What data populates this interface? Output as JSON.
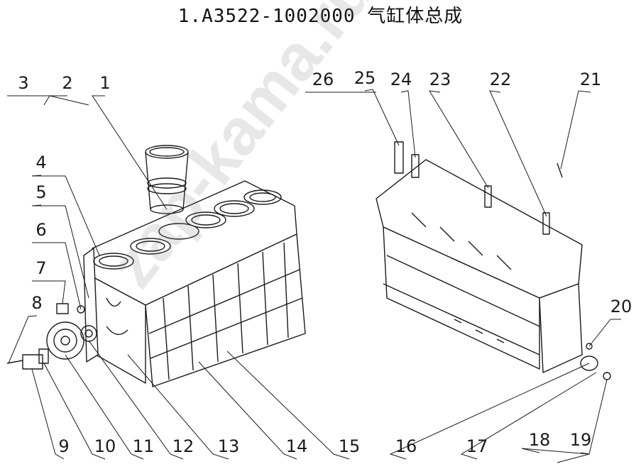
{
  "title": "1.A3522-1002000   气缸体总成",
  "watermark": "zap-kama.ru",
  "colors": {
    "line": "#1a1a1a",
    "watermark": "#9a9a9a"
  },
  "labels": [
    "1",
    "2",
    "3",
    "4",
    "5",
    "6",
    "7",
    "8",
    "9",
    "10",
    "11",
    "12",
    "13",
    "14",
    "15",
    "16",
    "17",
    "18",
    "19",
    "20",
    "21",
    "22",
    "23",
    "24",
    "25",
    "26"
  ]
}
